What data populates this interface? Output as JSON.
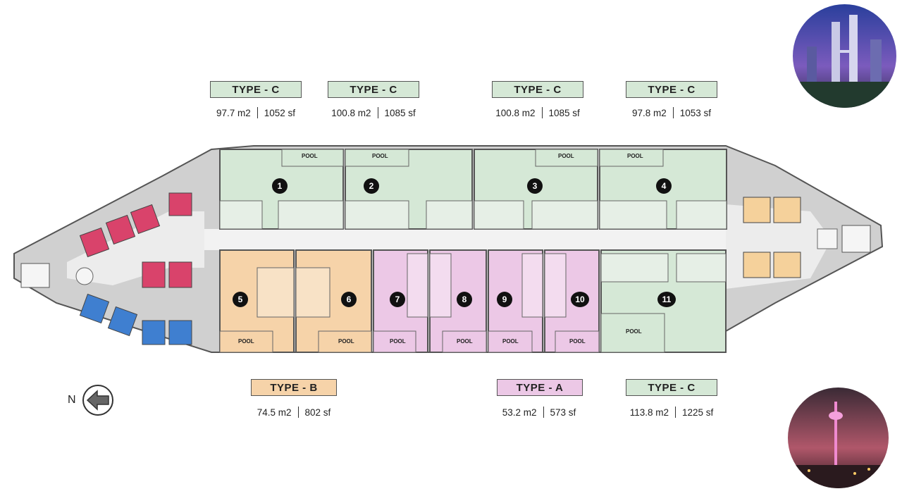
{
  "unit_types_top": [
    {
      "type_label": "TYPE - C",
      "area_m2": "97.7 m2",
      "area_sf": "1052 sf"
    },
    {
      "type_label": "TYPE - C",
      "area_m2": "100.8 m2",
      "area_sf": "1085 sf"
    },
    {
      "type_label": "TYPE - C",
      "area_m2": "100.8 m2",
      "area_sf": "1085 sf"
    },
    {
      "type_label": "TYPE - C",
      "area_m2": "97.8 m2",
      "area_sf": "1053 sf"
    }
  ],
  "unit_types_bottom": [
    {
      "type_label": "TYPE - B",
      "area_m2": "74.5 m2",
      "area_sf": "802 sf"
    },
    {
      "type_label": "TYPE - A",
      "area_m2": "53.2 m2",
      "area_sf": "573 sf"
    },
    {
      "type_label": "TYPE - C",
      "area_m2": "113.8 m2",
      "area_sf": "1225 sf"
    }
  ],
  "units": [
    "1",
    "2",
    "3",
    "4",
    "5",
    "6",
    "7",
    "8",
    "9",
    "10",
    "11"
  ],
  "pool_label": "POOL",
  "compass": {
    "letter": "N"
  },
  "colors": {
    "type_c": "#d5e8d6",
    "type_b": "#f6d3a9",
    "type_a": "#ecc8e6",
    "wall": "#5a5a5a",
    "core": "#d0d0d0",
    "corridor": "#f2f2f2",
    "parking_red": "#d9436b",
    "parking_blue": "#3f7fd0",
    "parking_orange": "#f5d19b"
  }
}
